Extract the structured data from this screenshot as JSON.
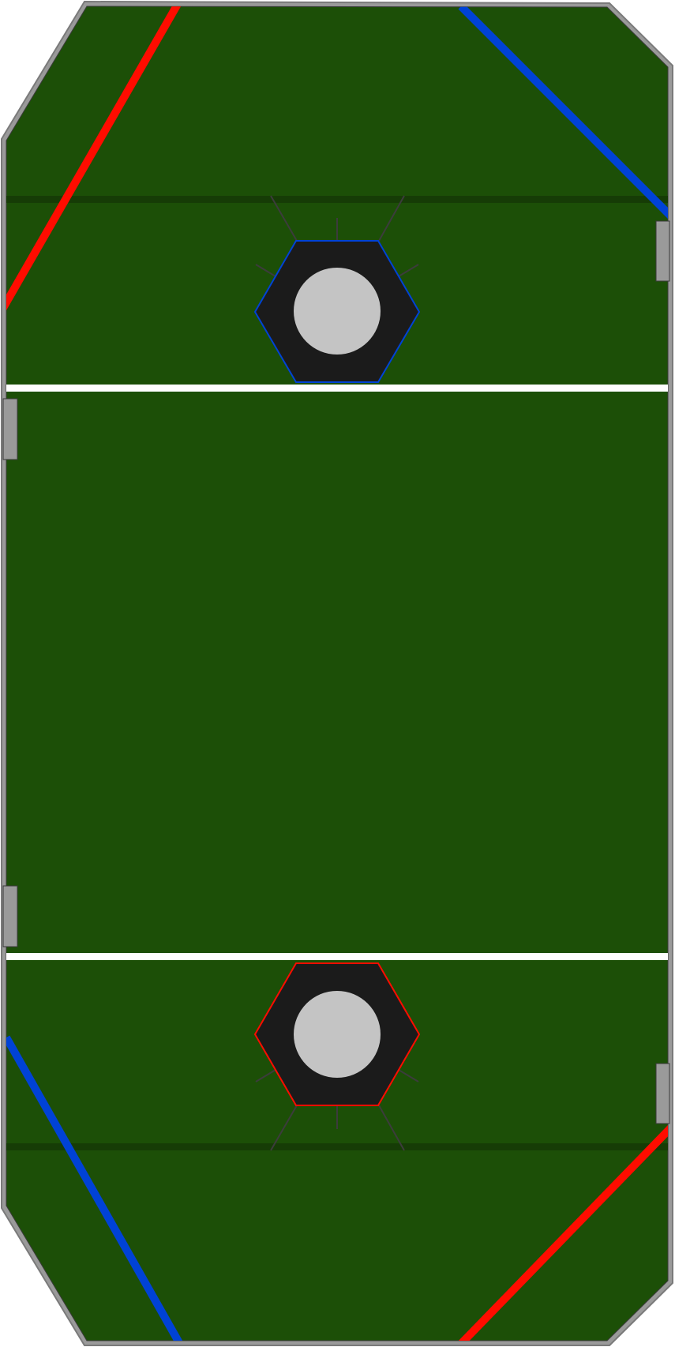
{
  "colors": {
    "turf": "#1c4f07",
    "turf_band": "#163c06",
    "wall_outer": "#7a7a7a",
    "wall_fill": "#9a9a9a",
    "wall_inner": "#3a3a3a",
    "tape_white": "#ffffff",
    "alliance_red": "#ff0c00",
    "alliance_blue": "#0042d6",
    "hub_body": "#1b1b1b",
    "hub_center": "#c4c4c4",
    "hub_spokes": "#3c3c3c"
  },
  "field": {
    "name": "game-field",
    "hubs": [
      {
        "name": "blue-alliance-hub",
        "alliance": "blue"
      },
      {
        "name": "red-alliance-hub",
        "alliance": "red"
      }
    ],
    "side_doors": [
      "door-right-top",
      "door-left-upper",
      "door-left-lower",
      "door-right-bottom"
    ],
    "corner_lines": [
      {
        "name": "red-line-top-left",
        "alliance": "red"
      },
      {
        "name": "blue-line-top-right",
        "alliance": "blue"
      },
      {
        "name": "blue-line-bottom-left",
        "alliance": "blue"
      },
      {
        "name": "red-line-bottom-right",
        "alliance": "red"
      }
    ]
  }
}
